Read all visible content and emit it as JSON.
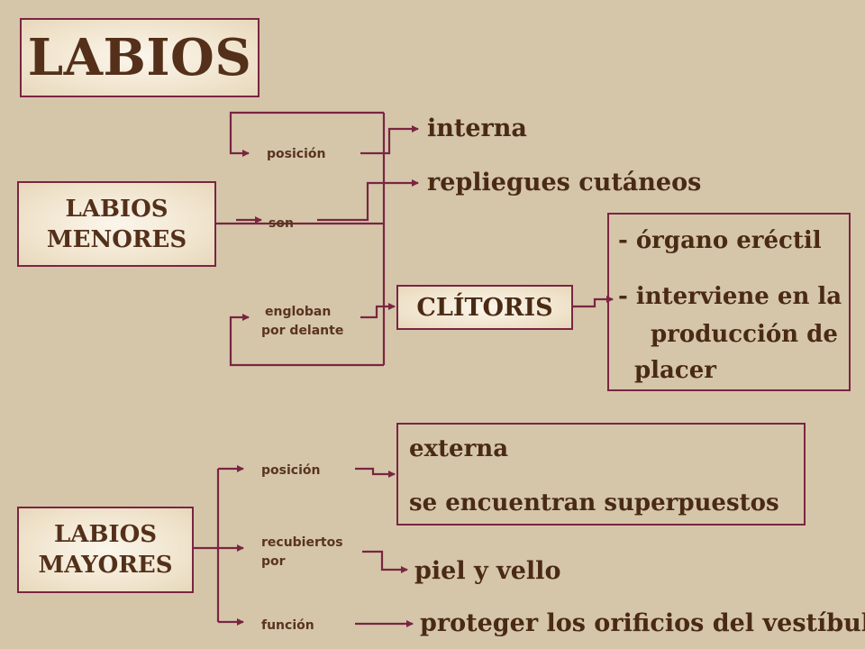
{
  "title": "LABIOS",
  "labios_menores": {
    "label_line1": "LABIOS",
    "label_line2": "MENORES",
    "branches": {
      "posicion": "posición",
      "son": "son",
      "engloban_line1": "engloban",
      "engloban_line2": "por delante"
    },
    "targets": {
      "interna": "interna",
      "repliegues": "repliegues cutáneos",
      "clitoris": "CLÍTORIS"
    },
    "clitoris_props": {
      "item1": "- órgano eréctil",
      "item2_line1": "- interviene en la",
      "item2_line2": "producción de",
      "item2_line3": "placer"
    }
  },
  "labios_mayores": {
    "label_line1": "LABIOS",
    "label_line2": "MAYORES",
    "branches": {
      "posicion": "posición",
      "recubiertos_line1": "recubiertos",
      "recubiertos_line2": "por",
      "funcion": "función"
    },
    "targets": {
      "externa": "externa",
      "superpuestos": "se encuentran superpuestos",
      "piel": "piel y vello",
      "proteger": "proteger los orificios del vestíbulo"
    }
  },
  "colors": {
    "background": "#d5c6a9",
    "line": "#7a2542",
    "text": "#4a2a14"
  }
}
